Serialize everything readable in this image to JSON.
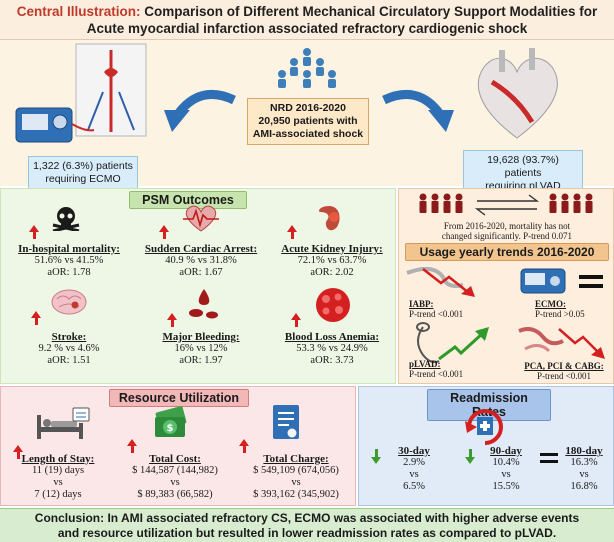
{
  "header": {
    "title_label": "Central Illustration:",
    "title_line1": "Comparison of Different Mechanical Circulatory Support Modalities for",
    "title_line2": "Acute myocardial infarction associated refractory cardiogenic shock"
  },
  "overview": {
    "nrd_line1": "NRD 2016-2020",
    "nrd_line2": "20,950 patients with",
    "nrd_line3": "AMI-associated shock",
    "ecmo_line1": "1,322 (6.3%) patients",
    "ecmo_line2": "requiring ECMO",
    "plvad_line1": "19,628 (93.7%) patients",
    "plvad_line2": "requiring pLVAD"
  },
  "psm": {
    "title": "PSM Outcomes",
    "items": [
      {
        "label": "In-hospital mortality:",
        "values": "51.6% vs 41.5%",
        "aor": "aOR: 1.78"
      },
      {
        "label": "Sudden Cardiac Arrest:",
        "values": "40.9 % vs 31.8%",
        "aor": "aOR: 1.67"
      },
      {
        "label": "Acute Kidney Injury:",
        "values": "72.1% vs 63.7%",
        "aor": "aOR: 2.02"
      },
      {
        "label": "Stroke:",
        "values": "9.2 % vs 4.6%",
        "aor": "aOR: 1.51"
      },
      {
        "label": "Major Bleeding:",
        "values": "16% vs 12%",
        "aor": "aOR: 1.97"
      },
      {
        "label": "Blood Loss Anemia:",
        "values": "53.3 % vs 24.9%",
        "aor": "aOR: 3.73"
      }
    ]
  },
  "usage": {
    "mortality_note_1": "From 2016-2020, mortality has not",
    "mortality_note_2": "changed significantly. P-trend 0.071",
    "title": "Usage yearly trends 2016-2020",
    "trends": [
      {
        "label": "IABP:",
        "ptrend": "P-trend <0.001"
      },
      {
        "label": "ECMO:",
        "ptrend": "P-trend >0.05"
      },
      {
        "label": "pLVAD:",
        "ptrend": "P-trend <0.001"
      },
      {
        "label": "PCA, PCI & CABG:",
        "ptrend": "P-trend <0.001"
      }
    ]
  },
  "resource": {
    "title": "Resource Utilization",
    "los_label": "Length of Stay:",
    "los_1": "11 (19) days",
    "los_vs": "vs",
    "los_2": "7 (12) days",
    "cost_label": "Total Cost:",
    "cost_1": "$ 144,587 (144,982)",
    "cost_vs": "vs",
    "cost_2": "$ 89,383 (66,582)",
    "charge_label": "Total Charge:",
    "charge_1": "$ 549,109 (674,056)",
    "charge_vs": "vs",
    "charge_2": "$ 393,162 (345,902)"
  },
  "readmission": {
    "title": "Readmission Rates",
    "items": [
      {
        "label": "30-day",
        "v1": "2.9%",
        "vs": "vs",
        "v2": "6.5%"
      },
      {
        "label": "90-day",
        "v1": "10.4%",
        "vs": "vs",
        "v2": "15.5%"
      },
      {
        "label": "180-day",
        "v1": "16.3%",
        "vs": "vs",
        "v2": "16.8%"
      }
    ]
  },
  "conclusion": {
    "line1": "Conclusion: In AMI associated refractory CS, ECMO was associated with higher adverse events",
    "line2": "and resource utilization but resulted in lower readmission rates as compared to pLVAD."
  },
  "colors": {
    "up_arrow": "#d42020",
    "down_arrow": "#3c9a2f",
    "header_red": "#c0392b"
  }
}
